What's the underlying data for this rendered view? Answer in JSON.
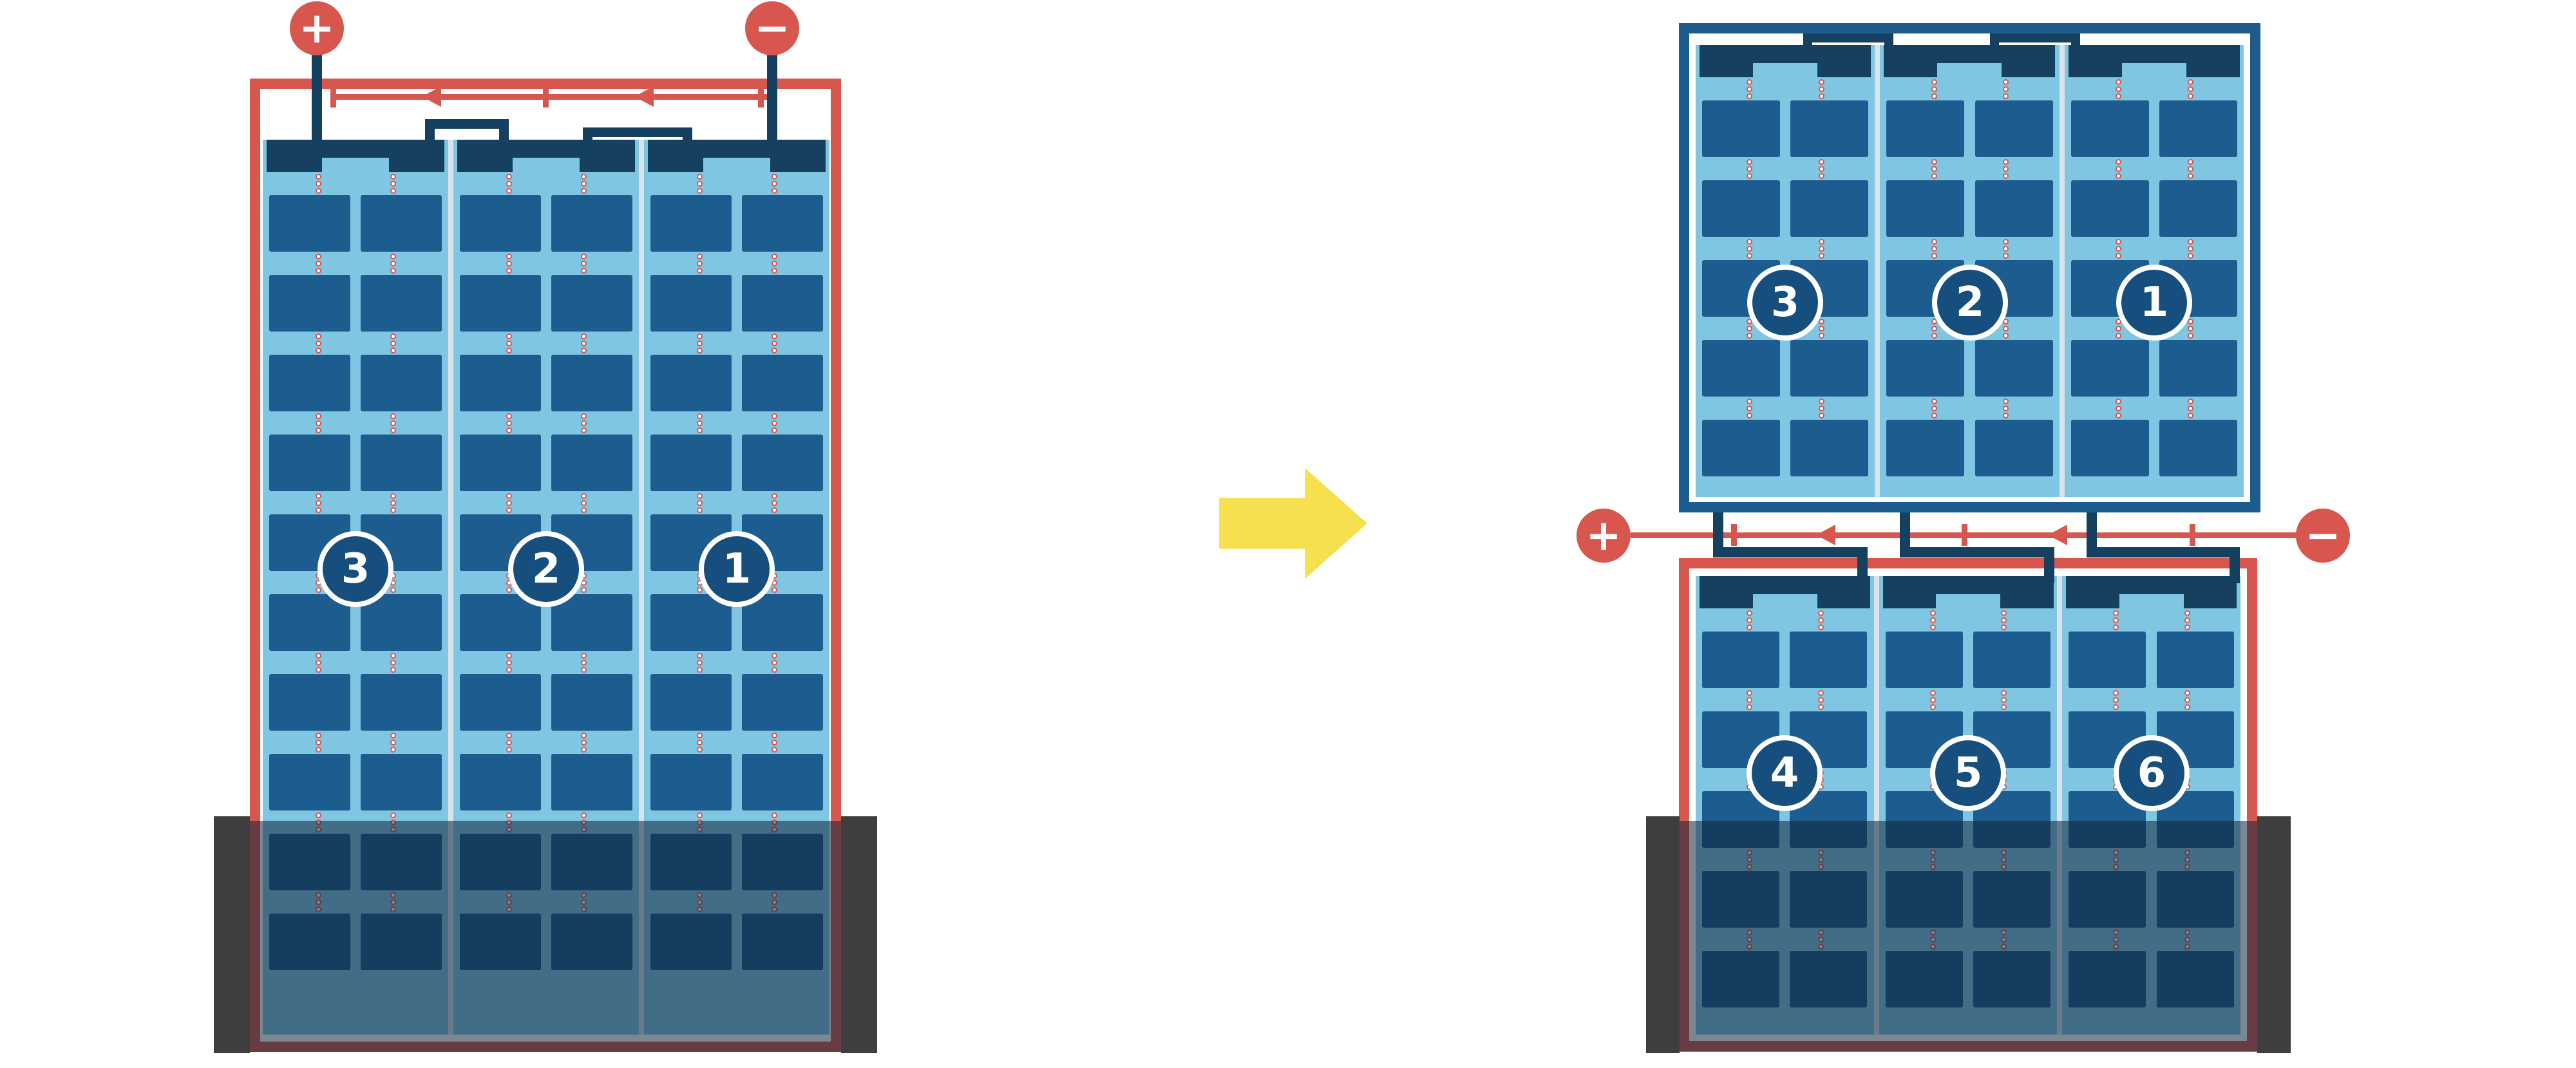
{
  "terminals": {
    "positive_label": "+",
    "negative_label": "−"
  },
  "panels": {
    "before": {
      "labels": [
        "3",
        "2",
        "1"
      ]
    },
    "after_top": {
      "labels": [
        "3",
        "2",
        "1"
      ]
    },
    "after_bottom": {
      "labels": [
        "4",
        "5",
        "6"
      ]
    }
  },
  "colors": {
    "red_accent": "#D7574F",
    "panel_light_blue": "#7FC6E2",
    "cell_blue": "#1D5C8E",
    "deep_blue": "#16405F",
    "badge_blue": "#164E7E",
    "arrow_yellow": "#F6E04E",
    "pier_grey": "#3E3E3E"
  }
}
